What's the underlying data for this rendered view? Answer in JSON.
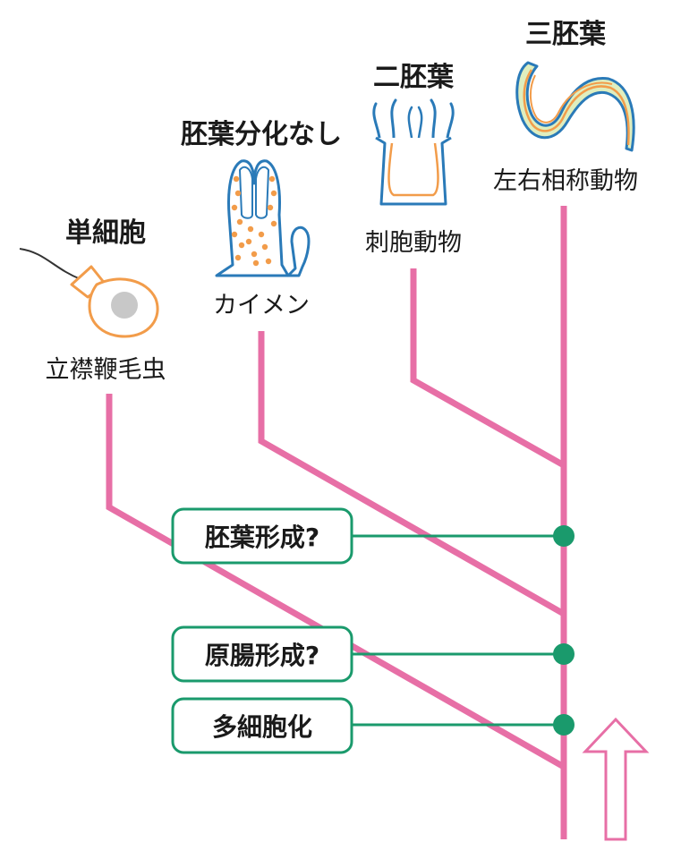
{
  "colors": {
    "lineage": "#e76fa6",
    "event": "#1a9a6c",
    "orange": "#f29c4a",
    "blue": "#2a7ab8"
  },
  "groups": {
    "unicellular": {
      "heading": "単細胞",
      "organism": "立襟鞭毛虫",
      "icon": "choanoflagellate-icon"
    },
    "no_germ_layers": {
      "heading": "胚葉分化なし",
      "organism": "カイメン",
      "icon": "sponge-icon"
    },
    "diploblast": {
      "heading": "二胚葉",
      "organism": "刺胞動物",
      "icon": "cnidarian-icon"
    },
    "triploblast": {
      "heading": "三胚葉",
      "organism": "左右相称動物",
      "icon": "worm-icon"
    }
  },
  "events": [
    {
      "label": "胚葉形成?"
    },
    {
      "label": "原腸形成?"
    },
    {
      "label": "多細胞化"
    }
  ],
  "arrow_icon": "time-arrow-up-icon"
}
